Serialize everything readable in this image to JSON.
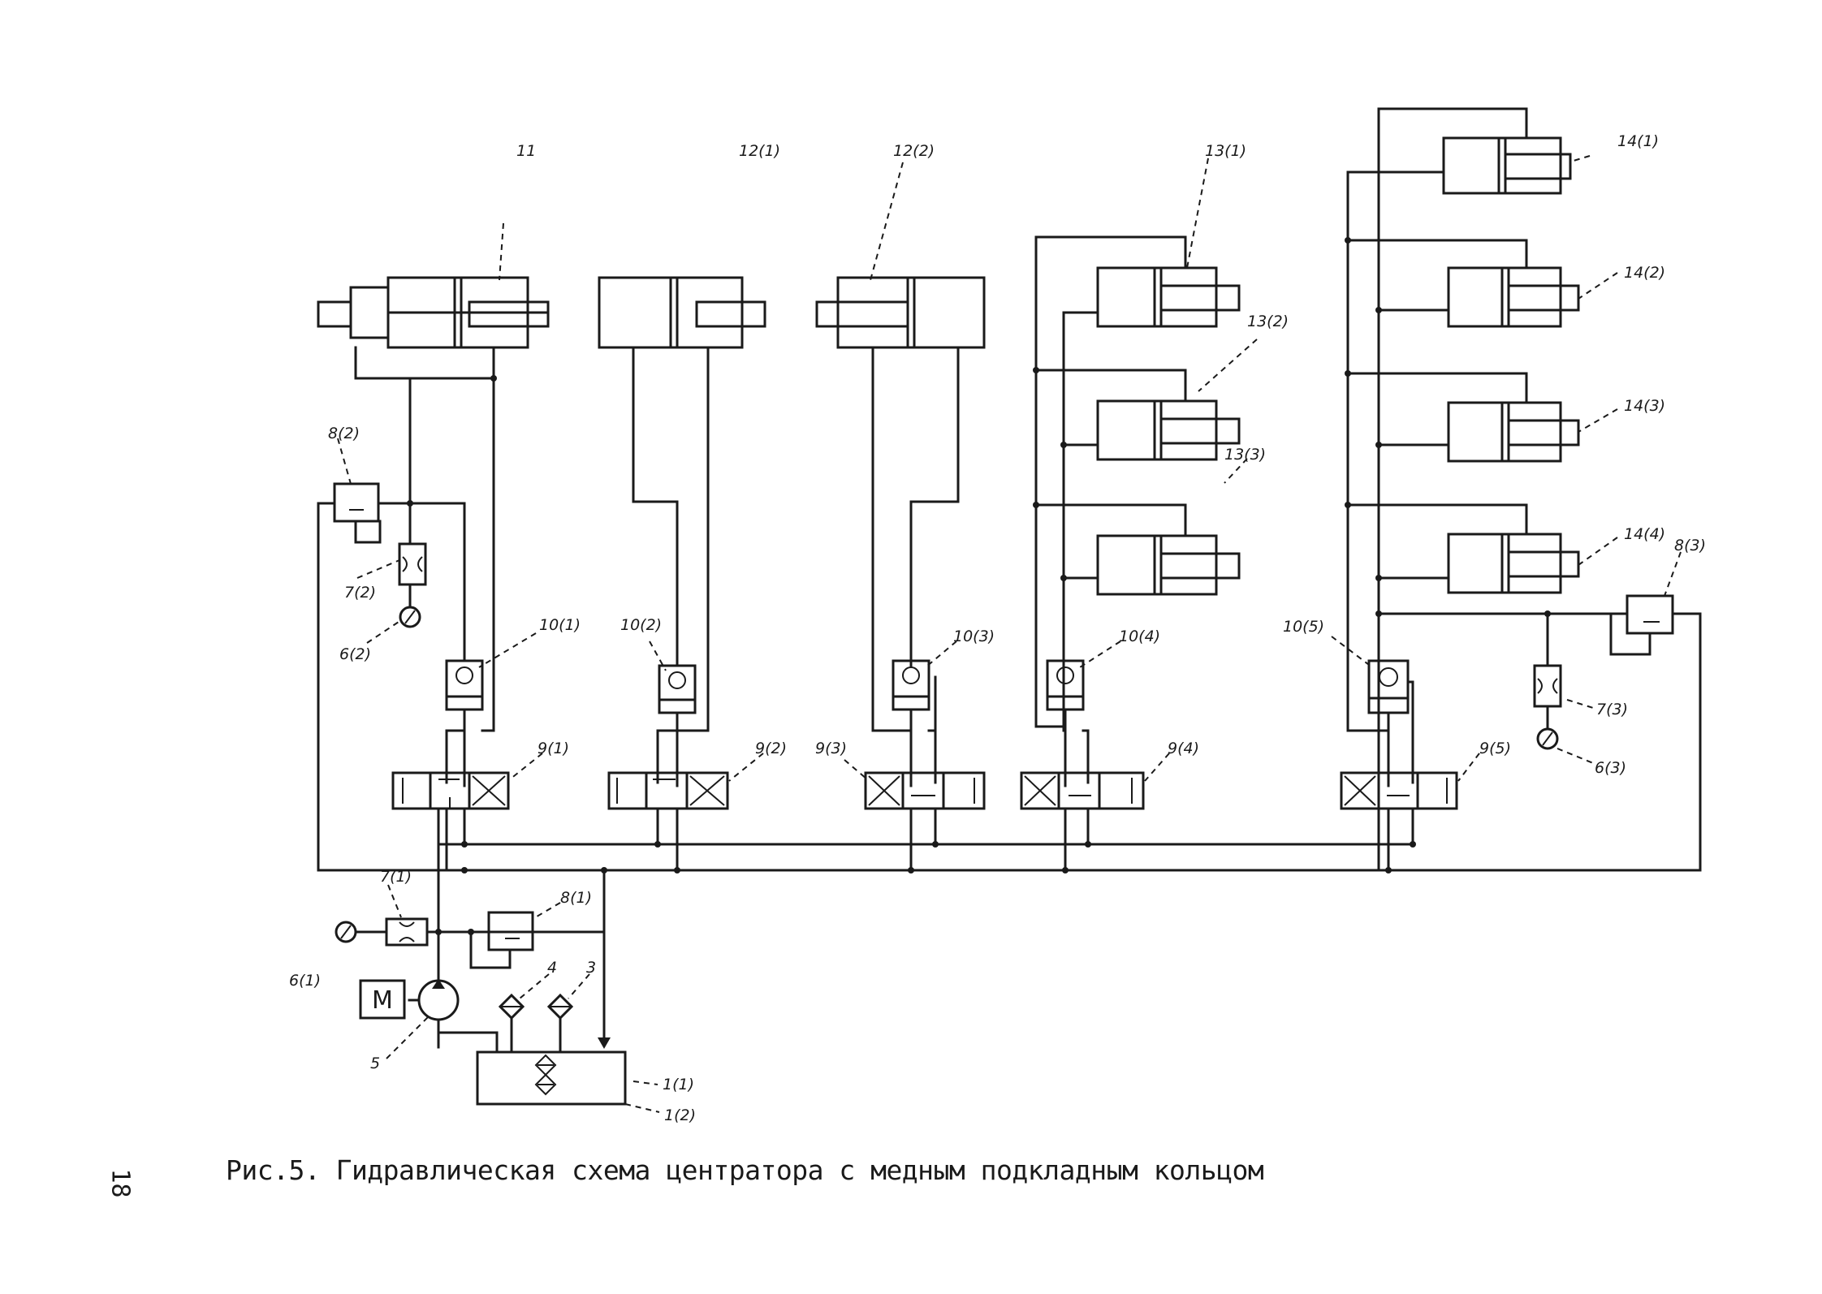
{
  "caption": "Рис.5. Гидравлическая схема центратора с медным подкладным кольцом",
  "page_number": "18",
  "motor_symbol": "M",
  "labels": {
    "cyl_11": "11",
    "cyl_12_1": "12(1)",
    "cyl_12_2": "12(2)",
    "cyl_13_1": "13(1)",
    "cyl_13_2": "13(2)",
    "cyl_13_3": "13(3)",
    "cyl_14_1": "14(1)",
    "cyl_14_2": "14(2)",
    "cyl_14_3": "14(3)",
    "cyl_14_4": "14(4)",
    "valve_8_1": "8(1)",
    "valve_8_2": "8(2)",
    "valve_8_3": "8(3)",
    "throttle_7_1": "7(1)",
    "throttle_7_2": "7(2)",
    "throttle_7_3": "7(3)",
    "gauge_6_1": "6(1)",
    "gauge_6_2": "6(2)",
    "gauge_6_3": "6(3)",
    "lock_10_1": "10(1)",
    "lock_10_2": "10(2)",
    "lock_10_3": "10(3)",
    "lock_10_4": "10(4)",
    "lock_10_5": "10(5)",
    "dist_9_1": "9(1)",
    "dist_9_2": "9(2)",
    "dist_9_3": "9(3)",
    "dist_9_4": "9(4)",
    "dist_9_5": "9(5)",
    "pump_5": "5",
    "filter_4": "4",
    "filter_3": "3",
    "tank_1_1": "1(1)",
    "tank_1_2": "1(2)"
  }
}
